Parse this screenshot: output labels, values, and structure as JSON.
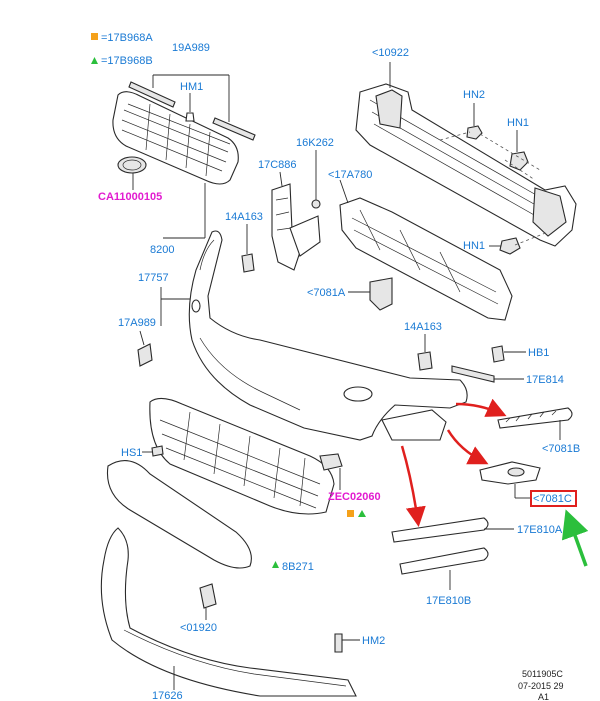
{
  "legend": {
    "square_item": "=17B968A",
    "triangle_item": "=17B968B",
    "square_color": "#f5a11a",
    "triangle_color": "#2bbf3c"
  },
  "callouts": {
    "p19A989": "19A989",
    "pHM1": "HM1",
    "pCA11000105": "CA11000105",
    "p8200": "8200",
    "p10922": "<10922",
    "pHN2": "HN2",
    "pHN1a": "HN1",
    "pHN1b": "HN1",
    "p16K262": "16K262",
    "p17C886": "17C886",
    "p17A780": "<17A780",
    "p14A163a": "14A163",
    "p14A163b": "14A163",
    "p17757": "17757",
    "p17A989": "17A989",
    "p7081A": "<7081A",
    "pHB1": "HB1",
    "p17E814": "17E814",
    "p7081B": "<7081B",
    "p7081C": "<7081C",
    "pHS1": "HS1",
    "pZEC02060": "ZEC02060",
    "p17E810A": "17E810A",
    "p8B271": "8B271",
    "p17E810B": "17E810B",
    "p01920": "<01920",
    "pHM2": "HM2",
    "p17626": "17626"
  },
  "footer": {
    "doc_id": "5011905C",
    "date": "07-2015 29",
    "sheet": "A1"
  },
  "colors": {
    "label": "#1a7ad4",
    "pink_label": "#e21bd0",
    "highlight_box": "#e0201e",
    "red_arrow": "#e0201e",
    "green_arrow": "#2bbf3c"
  }
}
